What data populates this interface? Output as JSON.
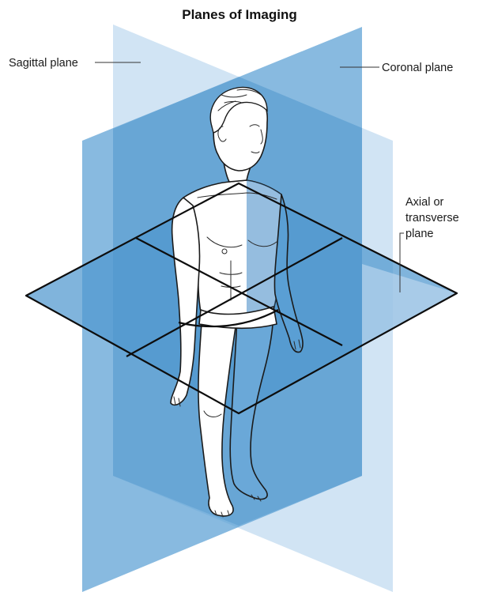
{
  "title": "Planes of Imaging",
  "labels": {
    "sagittal": "Sagittal plane",
    "coronal": "Coronal plane",
    "axial_line1": "Axial or",
    "axial_line2": "transverse",
    "axial_line3": "plane"
  },
  "colors": {
    "sagittal_plane": "#c9dff2",
    "coronal_plane": "#5a9fd4",
    "axial_plane": "#4f97cf",
    "skin": "#ffffff",
    "outline": "#1b1b1b"
  }
}
